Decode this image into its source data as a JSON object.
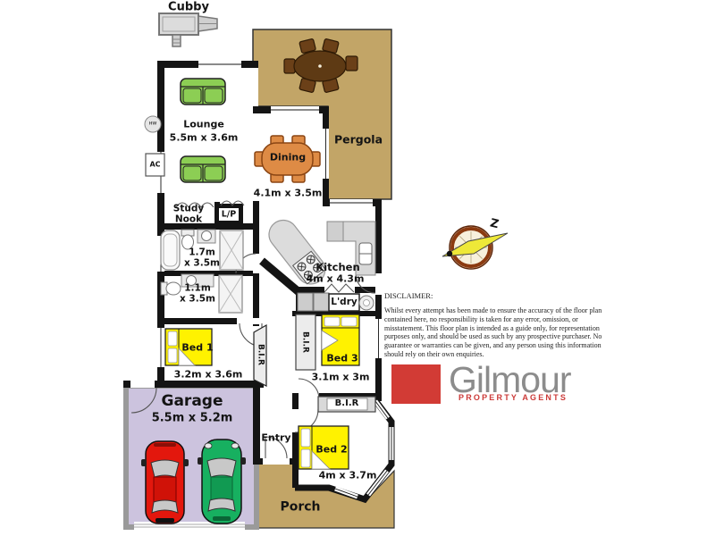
{
  "rooms": {
    "cubby": "Cubby",
    "lounge": {
      "name": "Lounge",
      "size": "5.5m x 3.6m"
    },
    "pergola": "Pergola",
    "dining": {
      "name": "Dining",
      "size": "4.1m x 3.5m"
    },
    "study_nook": "Study Nook",
    "linen_press": "L/P",
    "bathroom_main": {
      "size": "1.7m\nx 3.5m"
    },
    "bathroom_second": {
      "size": "1.1m\nx 3.5m"
    },
    "kitchen": {
      "name": "Kitchen",
      "size": "4m x 4.3m"
    },
    "laundry": "L'dry",
    "bed1": {
      "name": "Bed 1",
      "size": "3.2m x 3.6m"
    },
    "bed2": {
      "name": "Bed 2",
      "size": "4m x 3.7m"
    },
    "bed3": {
      "name": "Bed 3",
      "size": "3.1m x 3m"
    },
    "bir": "B.I.R",
    "garage": {
      "name": "Garage",
      "size": "5.5m x 5.2m"
    },
    "entry": "Entry",
    "porch": "Porch"
  },
  "fixtures": {
    "hot_water": "HW",
    "air_conditioner": "AC"
  },
  "compass": {
    "north_label": "Z"
  },
  "disclaimer": {
    "title": "DISCLAIMER:",
    "text": "Whilst every attempt has been made to ensure the accuracy of the floor plan\ncontained here, no responsibility is taken for any error, omission, or\nmisstatement. This floor plan is intended as a guide only, for representation\npurposes only, and should be used as such by any prospective purchaser. No\nguarantee or warranties can be given, and any person using this information\nshould rely on their own enquiries."
  },
  "logo": {
    "brand": "Gilmour",
    "tagline": "PROPERTY AGENTS"
  },
  "colors": {
    "wall": "#141414",
    "outdoor_tan": "#c2a567",
    "garage_floor": "#ccc3de",
    "bed_yellow": "#fff200",
    "sofa_green": "#8cce54",
    "dining_table_orange": "#de8b45",
    "outdoor_table_brown": "#5e3a14",
    "logo_red": "#d23b35",
    "logo_gray": "#8c8c8c",
    "car_red": "#e3170d",
    "car_green": "#17b060"
  }
}
